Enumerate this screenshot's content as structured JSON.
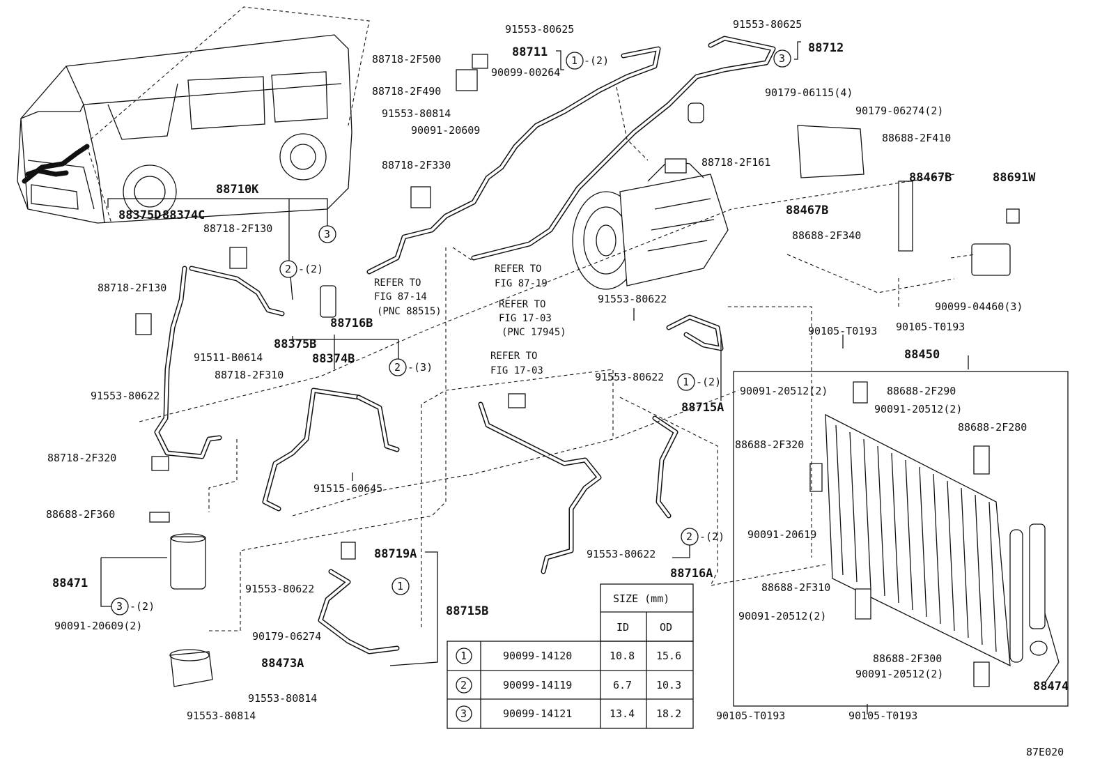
{
  "labels": {
    "p88710K": "88710K",
    "p88375D": "88375D",
    "p88374C": "88374C",
    "p88718_2F130a": "88718-2F130",
    "p88718_2F130b": "88718-2F130",
    "p91511": "91511-B0614",
    "p88718_2F310": "88718-2F310",
    "p91553_80622a": "91553-80622",
    "p88718_2F320": "88718-2F320",
    "p88688_2F360": "88688-2F360",
    "p88471": "88471",
    "p90091_20609_2": "90091-20609(2)",
    "p90179_06274": "90179-06274",
    "p88473A": "88473A",
    "p91553_80814a": "91553-80814",
    "p91553_80814b": "91553-80814",
    "p88718_2F500": "88718-2F500",
    "p88718_2F490": "88718-2F490",
    "p91553_80814c": "91553-80814",
    "p90091_20609": "90091-20609",
    "p91553_80625a": "91553-80625",
    "p88711": "88711",
    "p90099_00264": "90099-00264",
    "p88718_2F330": "88718-2F330",
    "p88716B": "88716B",
    "p88375B": "88375B",
    "p88374B": "88374B",
    "p91515": "91515-60645",
    "p91553_80622b": "91553-80622",
    "p88719A": "88719A",
    "p88715B": "88715B",
    "p91553_80625b": "91553-80625",
    "p88712": "88712",
    "p90179_06115": "90179-06115(4)",
    "p90179_06274_2": "90179-06274(2)",
    "p88688_2F410": "88688-2F410",
    "p88718_2F161": "88718-2F161",
    "p88467Ba": "88467B",
    "p88467Bb": "88467B",
    "p88691W": "88691W",
    "p88688_2F340": "88688-2F340",
    "p90099_04460": "90099-04460(3)",
    "p91553_80622c": "91553-80622",
    "p91553_80622d": "91553-80622",
    "p88715A": "88715A",
    "p90105_T0193a": "90105-T0193",
    "p90105_T0193b": "90105-T0193",
    "p88450": "88450",
    "p90091_20512a": "90091-20512(2)",
    "p88688_2F290": "88688-2F290",
    "p90091_20512b": "90091-20512(2)",
    "p88688_2F320": "88688-2F320",
    "p88688_2F280": "88688-2F280",
    "p90091_20619": "90091-20619",
    "p91553_80622e": "91553-80622",
    "p88716A": "88716A",
    "p88688_2F310": "88688-2F310",
    "p90091_20512c": "90091-20512(2)",
    "p88688_2F300": "88688-2F300",
    "p90091_20512d": "90091-20512(2)",
    "p88474": "88474",
    "p90105_T0193c": "90105-T0193",
    "p90105_T0193d": "90105-T0193",
    "fig": "87E020"
  },
  "circle_refs": {
    "c1": "1",
    "c2": "2",
    "c3": "3",
    "q2": "-(2)",
    "q3": "-(3)"
  },
  "refs": {
    "r1_line1": "REFER TO",
    "r1_line2": "FIG 87-14",
    "r1_line3": "(PNC 88515)",
    "r2_line1": "REFER TO",
    "r2_line2": "FIG 17-03",
    "r2_line3": "(PNC 17945)",
    "r3_line1": "REFER TO",
    "r3_line2": "FIG 17-03",
    "r4_line1": "REFER TO",
    "r4_line2": "FIG 87-19"
  },
  "size_table": {
    "header": "SIZE (mm)",
    "col_id": "ID",
    "col_od": "OD",
    "rows": [
      {
        "key": "1",
        "part": "90099-14120",
        "id": "10.8",
        "od": "15.6"
      },
      {
        "key": "2",
        "part": "90099-14119",
        "id": "6.7",
        "od": "10.3"
      },
      {
        "key": "3",
        "part": "90099-14121",
        "id": "13.4",
        "od": "18.2"
      }
    ]
  }
}
